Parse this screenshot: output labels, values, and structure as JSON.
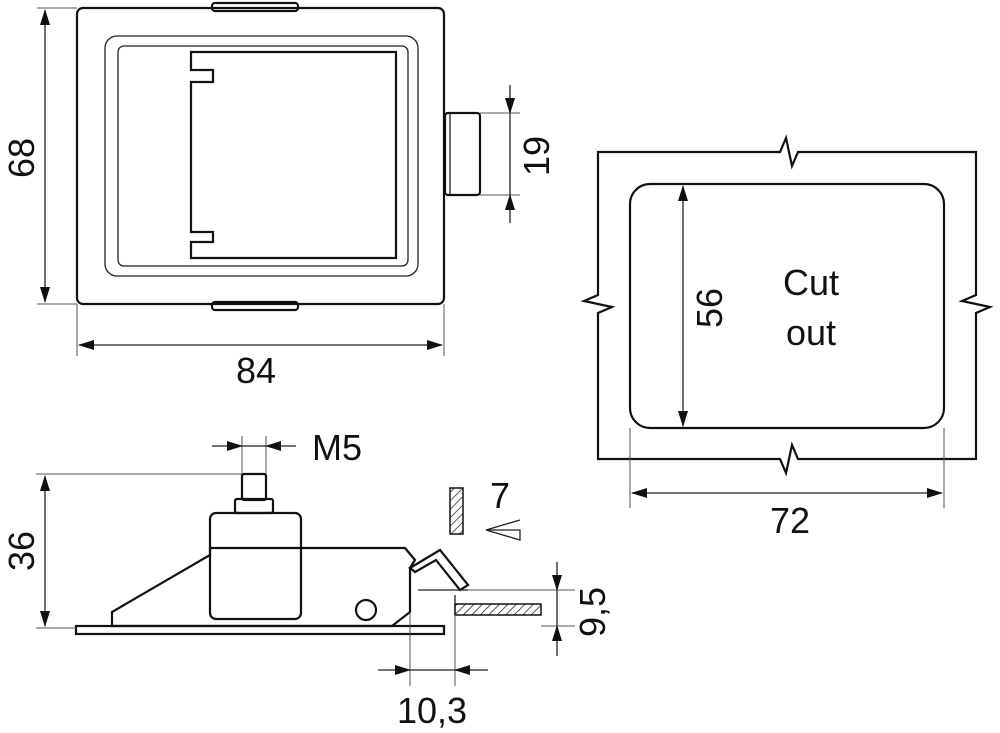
{
  "labels": {
    "height_68": "68",
    "width_84": "84",
    "tab_19": "19",
    "cutout_line1": "Cut",
    "cutout_line2": "out",
    "cutout_56": "56",
    "cutout_72": "72",
    "thread_m5": "M5",
    "depth_36": "36",
    "panel_7": "7",
    "offset_9_5": "9,5",
    "offset_10_3": "10,3"
  },
  "colors": {
    "line": "#111111",
    "face_fill": "#ffffff"
  }
}
